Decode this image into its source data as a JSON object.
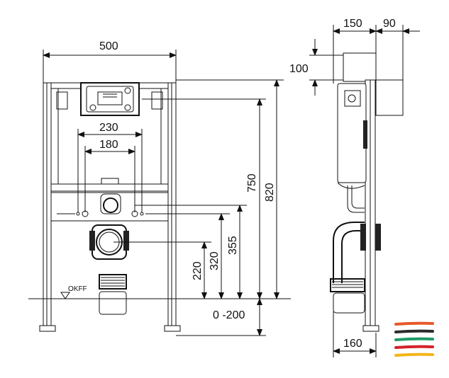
{
  "front_view": {
    "width_label": "500",
    "spacing_outer_label": "230",
    "spacing_inner_label": "180",
    "height_750_label": "750",
    "height_820_label": "820",
    "height_355_label": "355",
    "height_320_label": "320",
    "height_220_label": "220",
    "floor_adjust_label": "0 -200",
    "floor_marker_label": "OKFF"
  },
  "side_view": {
    "depth_label": "150",
    "cistern_projection_label": "90",
    "top_offset_label": "100",
    "base_depth_label": "160"
  },
  "brand_stripe_colors": [
    "#e8582a",
    "#2b2b2b",
    "#1f9a66",
    "#d4222a",
    "#f4b41a"
  ]
}
